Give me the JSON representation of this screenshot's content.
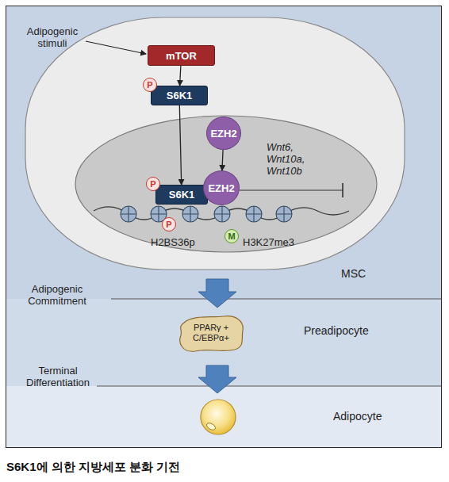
{
  "diagram": {
    "caption": "S6K1에 의한 지방세포 분화 기전",
    "nodes": [
      {
        "text": [
          "MSC"
        ]
      },
      {
        "text": [
          "mTOR"
        ],
        "in": 0
      },
      {
        "text": [
          "S6K1"
        ],
        "in": 0
      },
      {
        "text": [
          "P"
        ],
        "in": 2
      },
      {
        "text": [
          "EZH2"
        ],
        "in": 0
      },
      {
        "text": [
          "S6K1"
        ],
        "in": 0
      },
      {
        "text": [
          "P"
        ],
        "in": 5
      },
      {
        "text": [
          "EZH2"
        ],
        "in": 0
      },
      {
        "text": [
          "P"
        ],
        "in": 0
      },
      {
        "text": [
          "M"
        ],
        "in": 0
      },
      {
        "text": [
          "Preadipocyte"
        ]
      },
      {
        "text": [
          "PPARγ + C/EBPα+"
        ],
        "in": 10
      },
      {
        "text": [
          "Adipocyte"
        ]
      }
    ],
    "edges": [
      {
        "from": 1,
        "to": 2,
        "arrow": "to"
      },
      {
        "from": 2,
        "to": 5,
        "arrow": "to"
      },
      {
        "from": 4,
        "to": 7,
        "arrow": "to"
      }
    ],
    "labels": [
      "Adipogenic stimuli",
      "Wnt6, Wnt10a, Wnt10b",
      "H2BS36p",
      "H3K27me3",
      "Adipogenic Commitment",
      "Terminal Differentiation"
    ]
  }
}
